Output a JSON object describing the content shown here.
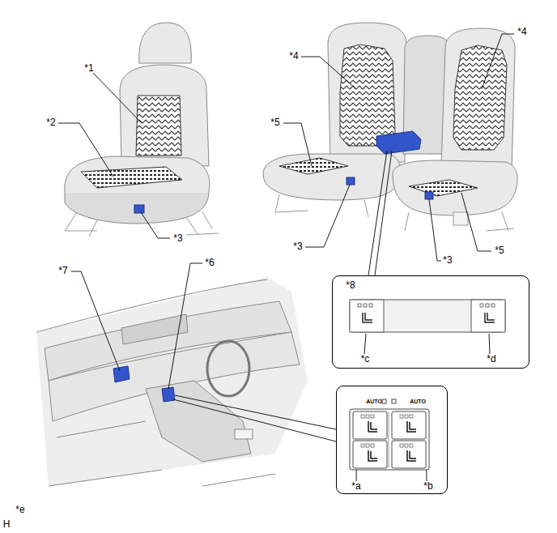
{
  "diagram": {
    "nodes": [
      {
        "text": [
          "*8",
          "*c",
          "*d"
        ]
      },
      {
        "text": [
          "AUTO",
          "AUTO",
          "*a",
          "*b"
        ]
      }
    ],
    "labels": [
      "*1",
      "*2",
      "*3",
      "*4",
      "*4",
      "*5",
      "*3",
      "*3",
      "*5",
      "*7",
      "*6",
      "*e",
      "H"
    ]
  }
}
